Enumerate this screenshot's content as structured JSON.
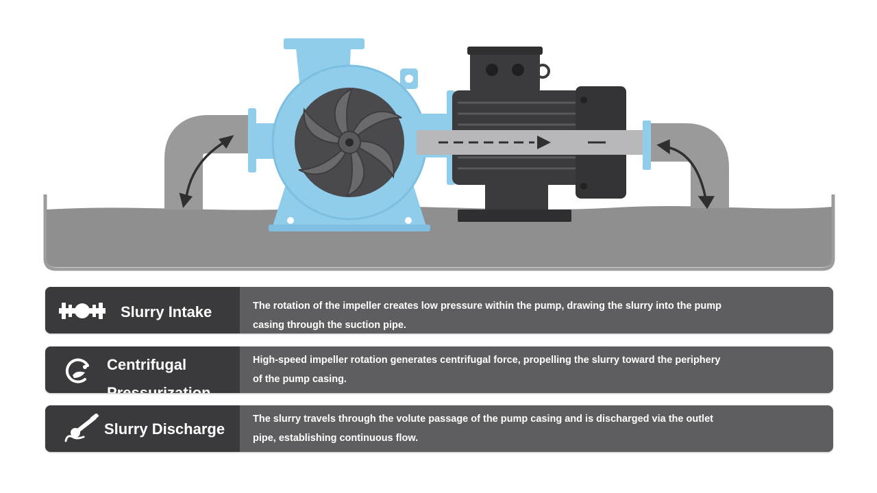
{
  "colors": {
    "pump_blue": "#8fcdeb",
    "pump_blue_dark": "#6fb5db",
    "motor_dark": "#3b3b3d",
    "pipe_gray": "#9a9a9a",
    "slurry_gray": "#8e8e8e",
    "panel_dark": "#3a3a3c",
    "panel_body": "#5e5e60",
    "text": "#ffffff"
  },
  "steps": [
    {
      "icon": "pipe-flange-icon",
      "title": "Slurry Intake",
      "title_lines": [
        "Slurry Intake"
      ],
      "description_lines": [
        "The rotation of the impeller creates low pressure within the pump, drawing the slurry into the pump",
        " casing through the suction pipe."
      ]
    },
    {
      "icon": "centrifugal-icon",
      "title_lines": [
        "Centrifugal",
        "Pressurization"
      ],
      "description_lines": [
        "High-speed impeller rotation generates centrifugal force, propelling the slurry toward the periphery",
        " of the pump casing."
      ]
    },
    {
      "icon": "discharge-icon",
      "title": "Slurry Discharge",
      "title_lines": [
        "Slurry Discharge"
      ],
      "description_lines": [
        "The slurry travels through the volute passage of the pump casing and is discharged via the outlet",
        "pipe, establishing continuous flow."
      ]
    }
  ]
}
